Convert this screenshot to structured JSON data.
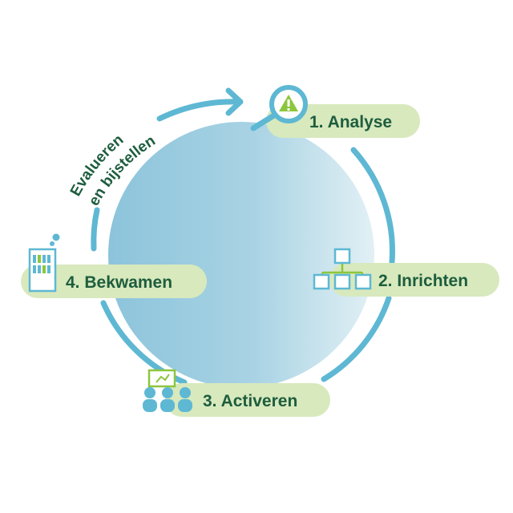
{
  "colors": {
    "circle_dark": "#8dc6dc",
    "circle_light": "#dcedf3",
    "ring": "#5eb8d3",
    "pill": "#d8e9bd",
    "text": "#1d5d3e",
    "icon_blue": "#5eb8d3",
    "icon_green": "#8cc63e"
  },
  "feedback": {
    "line1": "Evalueren",
    "line2": "en bijstellen"
  },
  "steps": [
    {
      "label": "1. Analyse",
      "icon": "magnifier-warning-icon"
    },
    {
      "label": "2. Inrichten",
      "icon": "org-chart-icon"
    },
    {
      "label": "3. Activeren",
      "icon": "audience-presentation-icon"
    },
    {
      "label": "4. Bekwamen",
      "icon": "building-icon"
    }
  ]
}
